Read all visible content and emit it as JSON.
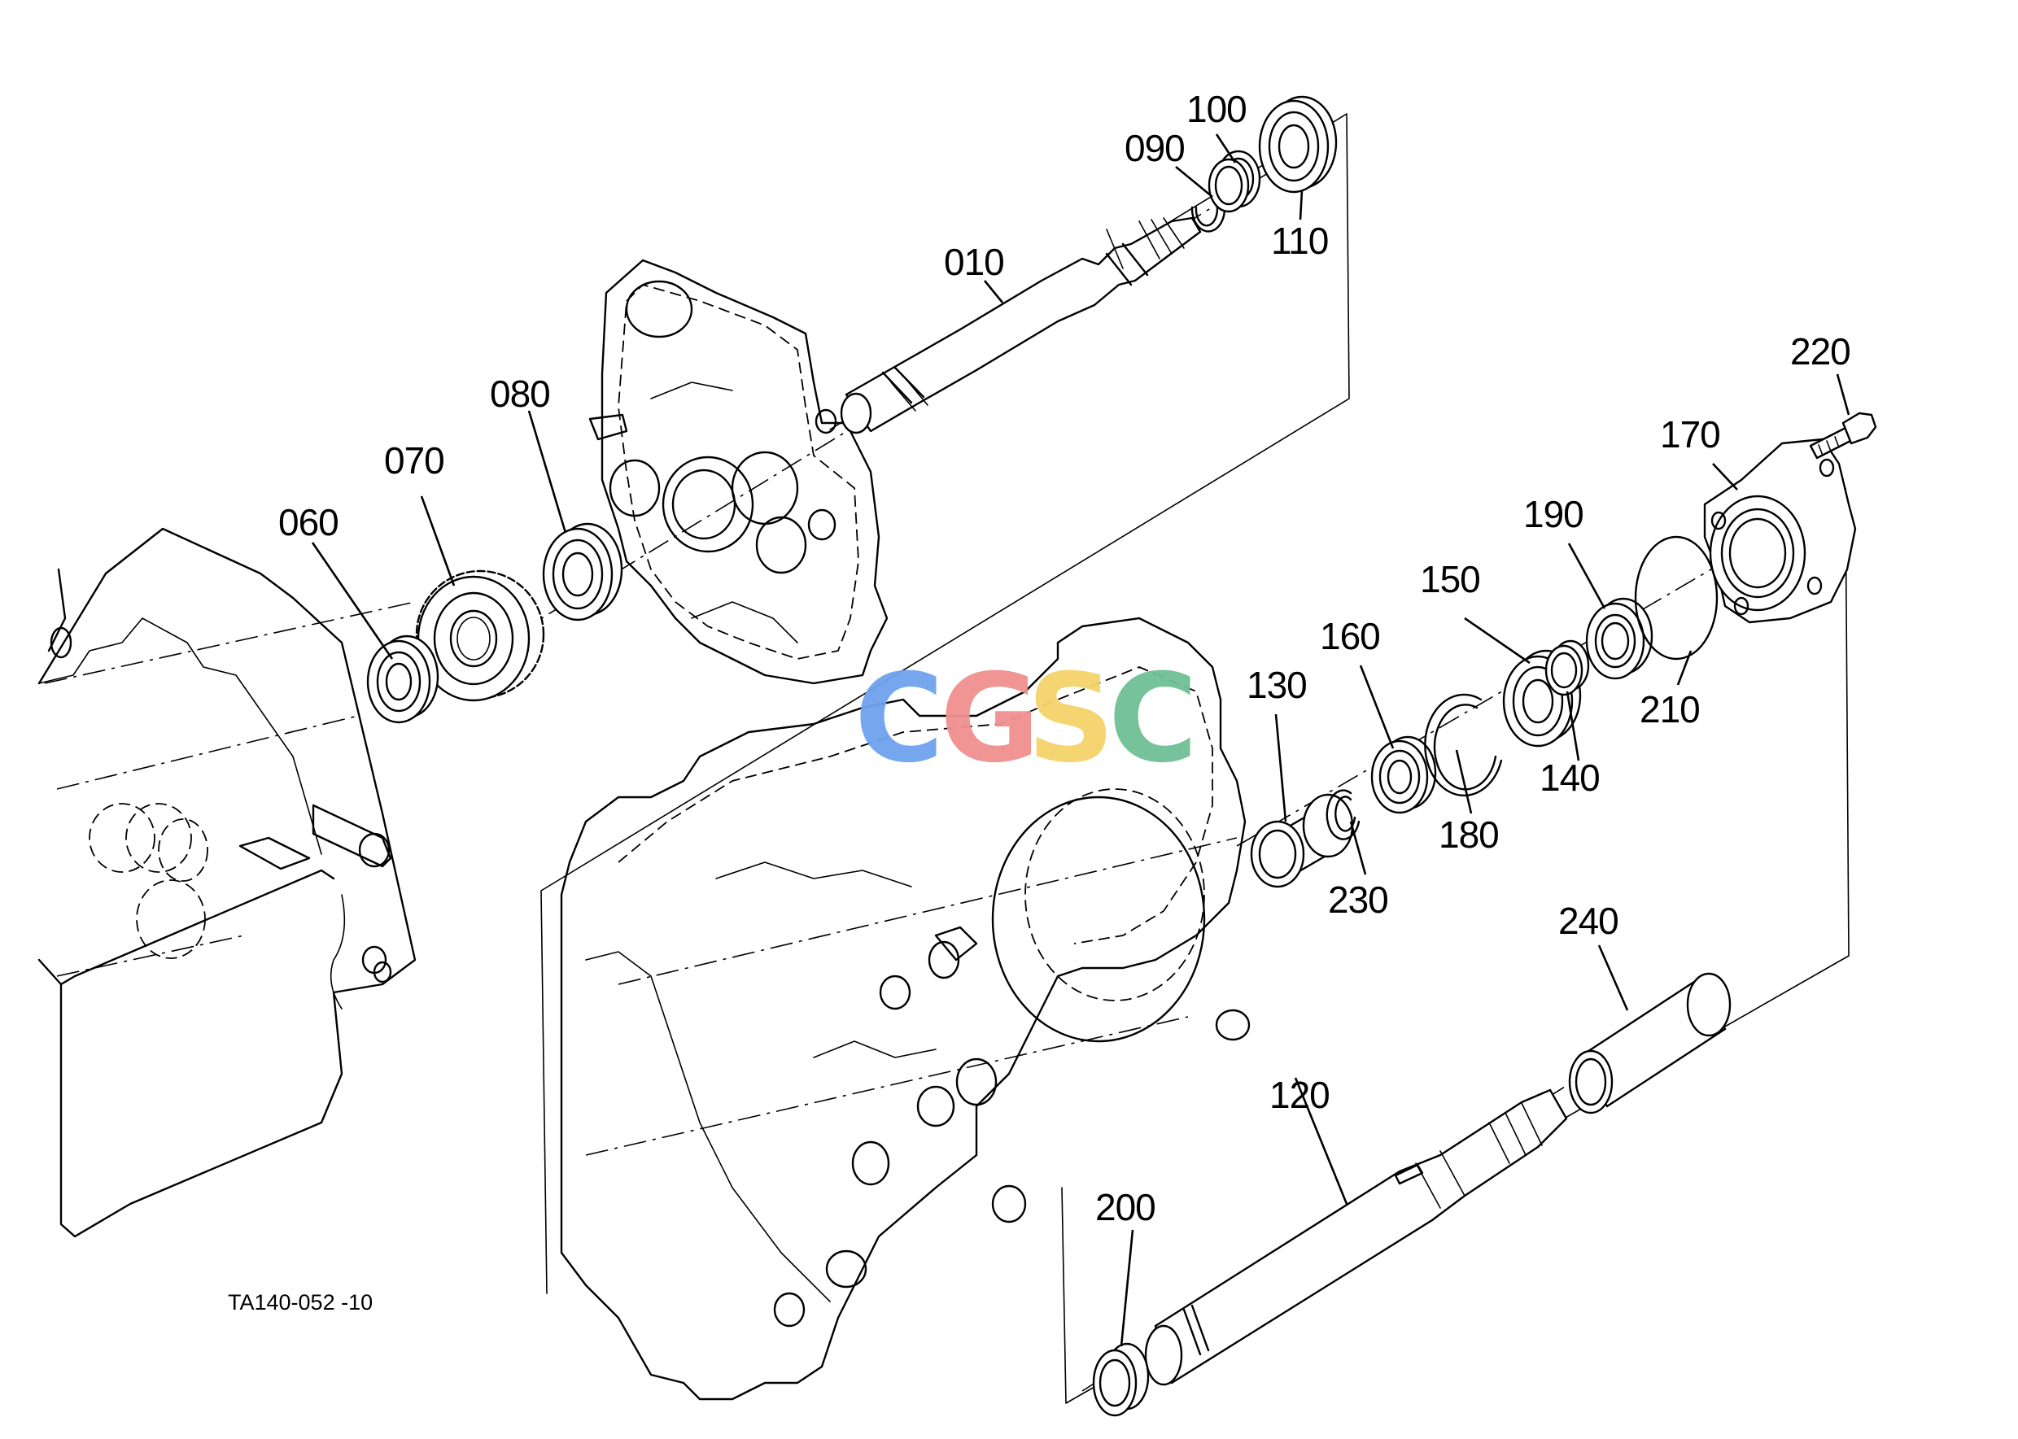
{
  "drawing_code": "TA140-052 -10",
  "watermark": {
    "letters": [
      "C",
      "G",
      "S",
      "C"
    ],
    "colors": [
      "#6fa3ee",
      "#f08f8f",
      "#f5d36a",
      "#6fbf95"
    ]
  },
  "parts": [
    {
      "id": "p010",
      "label": "010"
    },
    {
      "id": "p060",
      "label": "060"
    },
    {
      "id": "p070",
      "label": "070"
    },
    {
      "id": "p080",
      "label": "080"
    },
    {
      "id": "p090",
      "label": "090"
    },
    {
      "id": "p100",
      "label": "100"
    },
    {
      "id": "p110",
      "label": "110"
    },
    {
      "id": "p120",
      "label": "120"
    },
    {
      "id": "p130",
      "label": "130"
    },
    {
      "id": "p140",
      "label": "140"
    },
    {
      "id": "p150",
      "label": "150"
    },
    {
      "id": "p160",
      "label": "160"
    },
    {
      "id": "p170",
      "label": "170"
    },
    {
      "id": "p180",
      "label": "180"
    },
    {
      "id": "p190",
      "label": "190"
    },
    {
      "id": "p200",
      "label": "200"
    },
    {
      "id": "p210",
      "label": "210"
    },
    {
      "id": "p220",
      "label": "220"
    },
    {
      "id": "p230",
      "label": "230"
    },
    {
      "id": "p240",
      "label": "240"
    }
  ]
}
